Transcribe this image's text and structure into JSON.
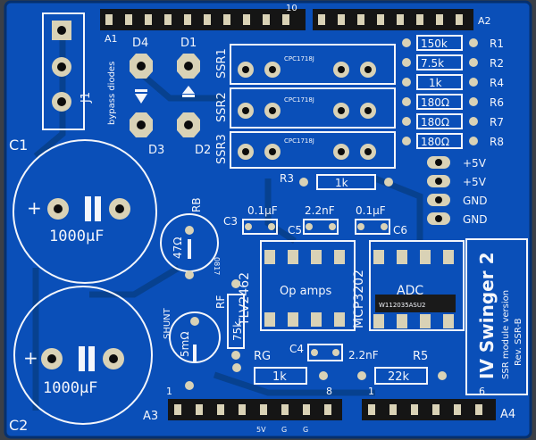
{
  "board": {
    "title": "IV Swinger 2",
    "subtitle": "SSR module version",
    "revision": "Rev. SSR-B",
    "colors": {
      "background": "#3a3f47",
      "pcb": "#0a4fb8",
      "pcb_dark": "#07357f",
      "silk": "#f4f6fb",
      "pad": "#d9d2b6",
      "hole": "#0c0c0c",
      "header": "#151515"
    }
  },
  "labels": {
    "j1": "J1",
    "c1": "C1",
    "c2": "C2",
    "bypass": "bypass diodes",
    "cap_value": "1000µF",
    "plus": "+",
    "d1": "D1",
    "d2": "D2",
    "d3": "D3",
    "d4": "D4",
    "a1": "A1",
    "a2": "A2",
    "a3": "A3",
    "a4": "A4",
    "top_header_num": "10",
    "ssr1": "SSR1",
    "ssr2": "SSR2",
    "ssr3": "SSR3",
    "ssr_part": "CPC1718J",
    "r1": "R1",
    "r2": "R2",
    "r4": "R4",
    "r6": "R6",
    "r7": "R7",
    "r8": "R8",
    "r1_val": "150k",
    "r2_val": "7.5k",
    "r4_val": "1k",
    "r6_val": "180Ω",
    "r7_val": "180Ω",
    "r8_val": "180Ω",
    "plus5v_1": "+5V",
    "plus5v_2": "+5V",
    "gnd_1": "GND",
    "gnd_2": "GND",
    "r3": "R3",
    "r3_val": "1k",
    "c3": "C3",
    "c3_val": "0.1µF",
    "c5": "C5",
    "c5_val": "2.2nF",
    "c6": "C6",
    "c6_val": "0.1µF",
    "rb": "RB",
    "rb_val": "47Ω",
    "rb_part": "0817",
    "rf": "RF",
    "rf_val": "75k",
    "shunt": "SHUNT",
    "shunt_val": "5mΩ",
    "tlv": "TLV2462",
    "opamps": "Op amps",
    "mcp": "MCP3202",
    "adc": "ADC",
    "adc_chip": "W112035ASU2",
    "c4": "C4",
    "c4_val": "2.2nF",
    "rg": "RG",
    "rg_val": "1k",
    "r5": "R5",
    "r5_val": "22k",
    "hdr_a3_1": "1",
    "hdr_a3_8": "8",
    "hdr_a4_1": "1",
    "hdr_a4_6": "6",
    "pin_5v": "5V",
    "pin_g1": "G",
    "pin_g2": "G"
  }
}
